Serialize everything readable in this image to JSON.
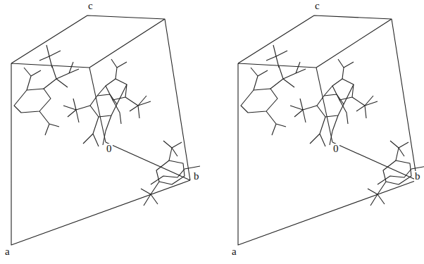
{
  "diagram": {
    "labels": [
      "c",
      "0",
      "a",
      "b",
      "c",
      "0",
      "a",
      "b"
    ]
  }
}
